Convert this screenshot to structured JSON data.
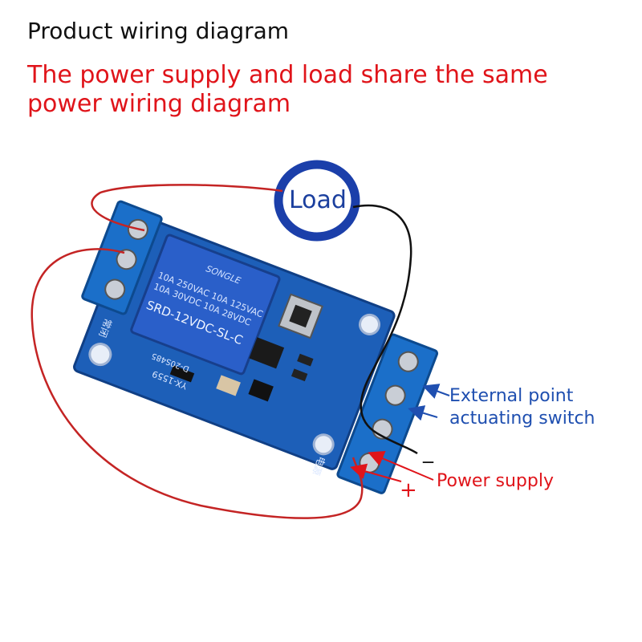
{
  "header": {
    "title": "Product wiring diagram",
    "subtitle": "The power supply and load share the same power wiring diagram"
  },
  "diagram": {
    "load_label": "Load",
    "external_switch_label_line1": "External point",
    "external_switch_label_line2": "actuating switch",
    "power_supply_label": "Power supply",
    "minus_sign": "_",
    "plus_sign": "+",
    "relay_brand": "SONGLE",
    "relay_rating_1": "10A 250VAC  10A 125VAC",
    "relay_rating_2": "10A 30VDC  10A 28VDC",
    "relay_model": "SRD-12VDC-SL-C",
    "board_model": "YX-1559",
    "board_code": "D-20S485",
    "silk_chang_bi": "常闭",
    "silk_dian_yuan": "电源"
  },
  "colors": {
    "red_wire": "#c42424",
    "black_wire": "#111111",
    "pcb_blue": "#1d5fb8",
    "relay_blue": "#2a5fc9",
    "terminal_blue": "#1b6fc9",
    "label_blue": "#1f4fb0",
    "label_red": "#e0141a"
  }
}
